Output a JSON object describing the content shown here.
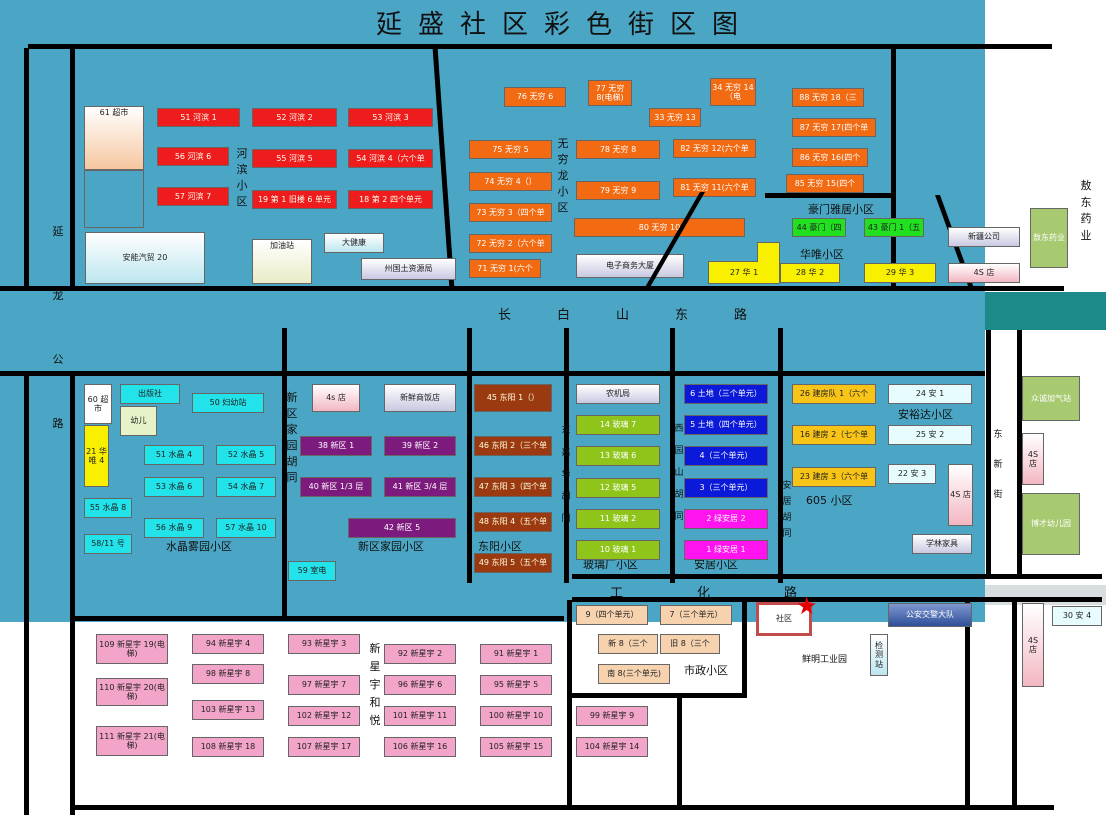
{
  "title": "延盛社区彩色街区图",
  "roads": {
    "changbaishan": "长白山东路",
    "yanlong": "延龙公路",
    "gongye": "工化路",
    "aodong": "敖东药业",
    "jiahua_lane": "东嘉华胡同",
    "yuanshan_lane": "西园山胡同",
    "anju_lane": "安居胡同",
    "xinqu_lane": "新区家园胡同",
    "east_street": "东新街"
  },
  "labels": {
    "hebin": "河滨小区",
    "wuqiong": "无穷龙小区",
    "haomen": "豪门雅居小区",
    "huawei": "华唯小区",
    "anyuda": "安裕达小区",
    "xiao605": "605 小区",
    "shuijing": "水晶雾园小区",
    "xinqujiayuan": "新区家园小区",
    "dongyang": "东阳小区",
    "boli": "玻璃厂小区",
    "anju": "安居小区",
    "xinxingyu": "新星宇和悦",
    "shizheng": "市政小区",
    "xianming": "鲜明工业园"
  },
  "blocks": {
    "b61": "61 超市",
    "b51": "51 河滨 1",
    "b52": "52 河滨 2",
    "b53": "53 河滨 3",
    "b56": "56 河滨 6",
    "b55": "55 河滨 5",
    "b54": "54 河滨 4（六个单",
    "b57": "57 河滨 7",
    "b19": "19 第 1 旧楼 6 单元",
    "b18": "18 第 2 四个单元",
    "b20": "安能汽贸 20",
    "jiayou": "加油站",
    "dajian": "大健康",
    "guotu": "州国土资源局",
    "b76": "76 无穷 6",
    "b77": "77 无穷 8(电梯)",
    "b33": "33 无穷 13",
    "b34": "34 无穷 14（电",
    "b88": "88 无穷 18（三",
    "b87": "87 无穷 17(四个单",
    "b75": "75 无穷 5",
    "b78": "78 无穷 8",
    "b82": "82 无穷 12(六个单",
    "b86": "86 无穷 16(四个",
    "b74": "74 无穷 4（）",
    "b79": "79 无穷 9",
    "b81": "81 无穷 11(六个单",
    "b85": "85 无穷 15(四个",
    "b73": "73 无穷 3（四个单",
    "b80": "80 无穷 10",
    "b72": "72 无穷 2（六个单",
    "b71": "71 无穷 1(六个",
    "dianzi": "电子商务大厦",
    "b44": "44 豪门（四",
    "b43": "43 豪门 1（五",
    "b27": "27 华 1",
    "b28": "28 华 2",
    "b29": "29 华 3",
    "xinjiang": "新疆公司",
    "b4s_top": "4S 店",
    "aodong_block": "敖东药业",
    "b60": "60 超市",
    "chuban": "出版社",
    "youer": "幼儿",
    "b50": "50 妇幼站",
    "b4sdian": "4s 店",
    "fandian": "新鲜商饭店",
    "b45": "45 东阳 1（）",
    "nongji": "农机局",
    "b6": "6 土地（三个单元）",
    "b26": "26 建房队 1（六个",
    "b24": "24 安 1",
    "b21": "21 华唯 4",
    "b51s": "51 水晶 4",
    "b52s": "52 水晶 5",
    "b38": "38 新区 1",
    "b39": "39 新区 2",
    "b46": "46 东阳 2（三个单",
    "b14": "14 玻璃 7",
    "b5": "5 土地（四个单元）",
    "b16": "16 建房 2（七个单",
    "b25": "25 安 2",
    "b53s": "53 水晶 6",
    "b54s": "54 水晶 7",
    "b40": "40 新区 1/3 层",
    "b41": "41 新区 3/4 层",
    "b47": "47 东阳 3（四个单",
    "b13": "13 玻璃 6",
    "b4": "4（三个单元）",
    "b23": "23 建房 3（六个单",
    "b22": "22 安 3",
    "b4sdian2": "4S 店",
    "b55s": "55 水晶 8",
    "b12": "12 玻璃 5",
    "b3": "3（三个单元）",
    "b56s": "56 水晶 9",
    "b57s": "57 水晶 10",
    "b42": "42 新区 5",
    "b48": "48 东阳 4（五个单",
    "b11": "11 玻璃 2",
    "b2": "2 绿安居 2",
    "b58": "58/11 号",
    "b49": "49 东阳 5（五个单",
    "b10": "10 玻璃 1",
    "b1": "1 绿安居 1",
    "xuelin": "学林家具",
    "b59": "59 室电",
    "zhongchen": "众诚加气站",
    "b4s_right": "4S 店",
    "xuecai": "博才幼儿园",
    "b9": "9（四个单元）",
    "b7": "7（三个单元）",
    "shequ": "社区",
    "gongan": "公安交警大队",
    "b30": "30 安 4",
    "b4s_bottom": "4S 店",
    "b109": "109 新星宇 19(电梯)",
    "b94": "94 新星宇 4",
    "b93": "93 新星宇 3",
    "b92": "92 新星宇 2",
    "b91": "91 新星宇 1",
    "b8": "新 8（三个",
    "jiu8": "旧 8（三个",
    "jiance": "检测站",
    "b98": "98 新星宇 8",
    "b97": "97 新星宇 7",
    "b96": "96 新星宇 6",
    "b95": "95 新星宇 5",
    "nan8": "南 8(三个单元)",
    "b110": "110 新星宇 20(电梯)",
    "b103": "103 新星宇 13",
    "b102": "102 新星宇 12",
    "b101": "101 新星宇 11",
    "b100": "100 新星宇 10",
    "b99": "99 新星宇 9",
    "b111": "111 新星宇 21(电梯)",
    "b108": "108 新星宇 18",
    "b107": "107 新星宇 17",
    "b106": "106 新星宇 16",
    "b105": "105 新星宇 15",
    "b104": "104 新星宇 14"
  },
  "colors": {
    "background": "#4aa6c4",
    "road": "#000000",
    "marker_star": "#e40000"
  }
}
